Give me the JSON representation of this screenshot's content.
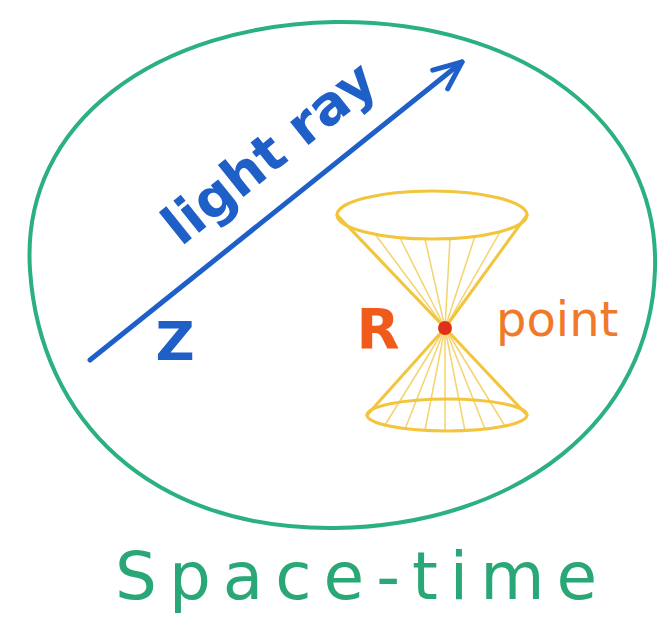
{
  "diagram": {
    "nodes": [
      {
        "text": [
          "Space-time"
        ]
      }
    ],
    "labels": [
      "light ray",
      "Z",
      "R",
      "point"
    ]
  }
}
